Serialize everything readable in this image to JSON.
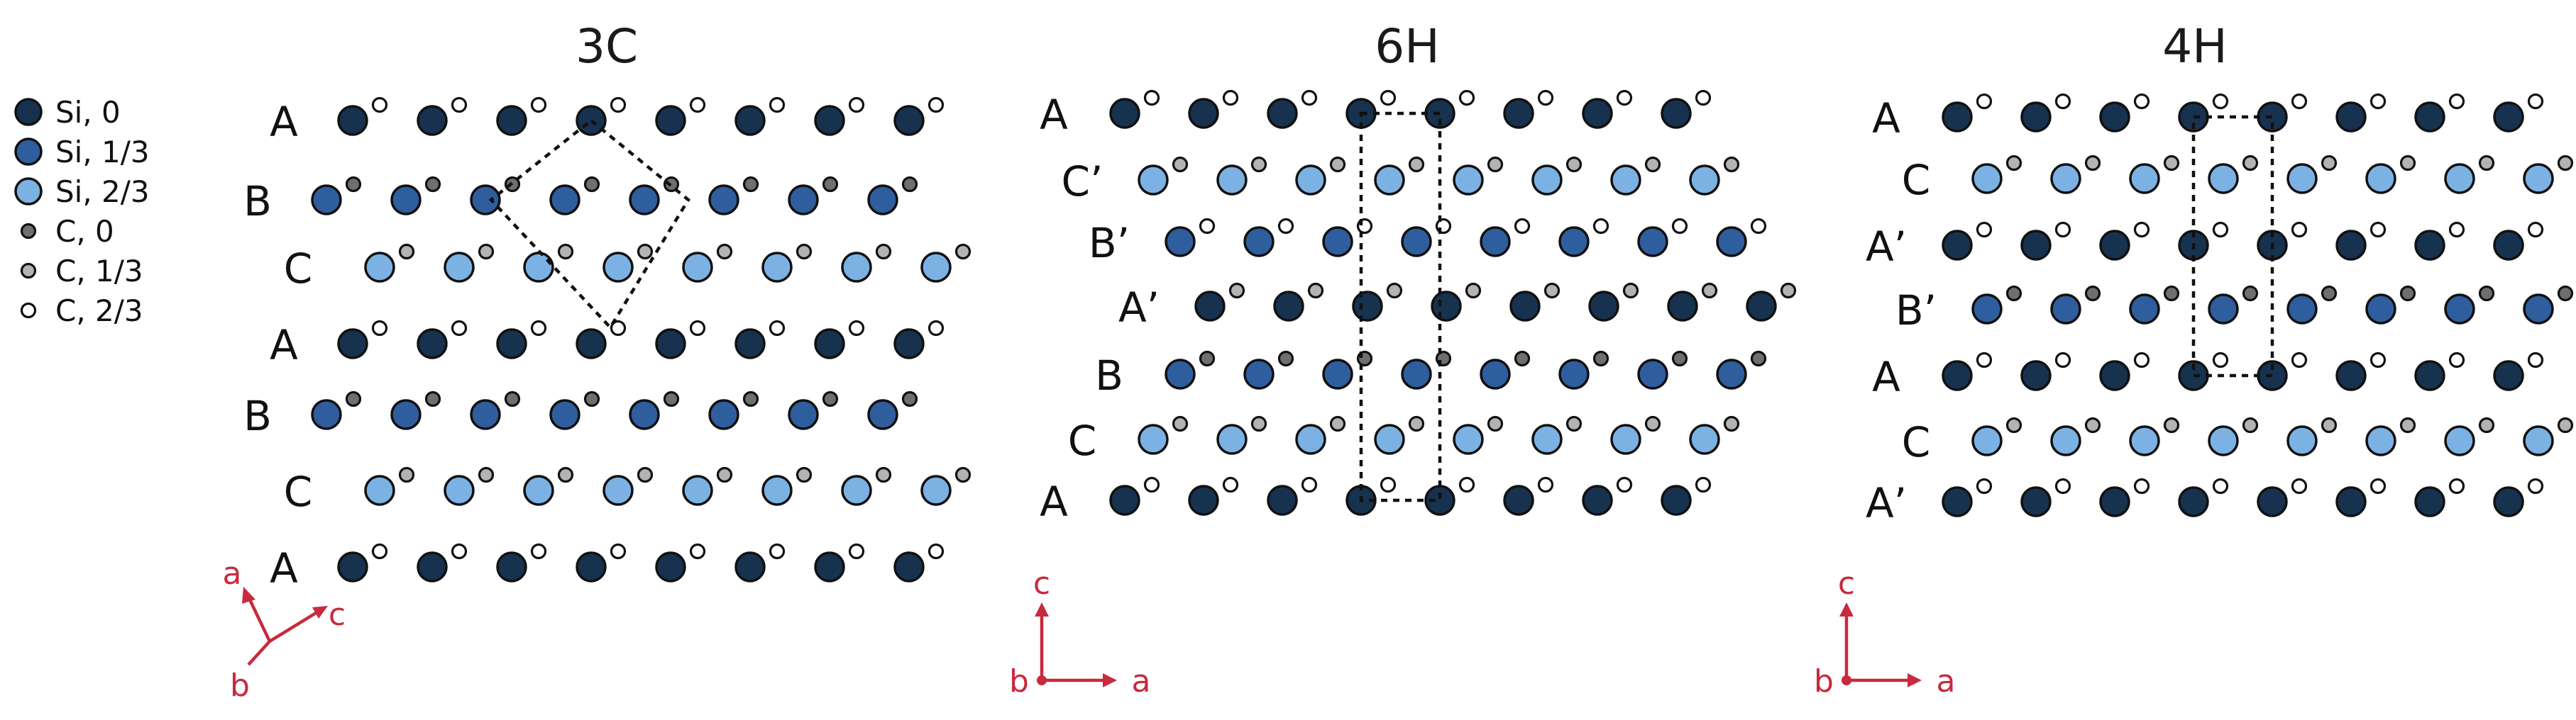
{
  "legend": [
    {
      "label": "Si, 0",
      "kind": "si",
      "color": "#17324f"
    },
    {
      "label": "Si, 1/3",
      "kind": "si",
      "color": "#2f5e9e"
    },
    {
      "label": "Si, 2/3",
      "kind": "si",
      "color": "#7cb2e3"
    },
    {
      "label": "C, 0",
      "kind": "c",
      "color": "#6f6f6f"
    },
    {
      "label": "C, 1/3",
      "kind": "c",
      "color": "#b3b3b3"
    },
    {
      "label": "C, 2/3",
      "kind": "c",
      "color": "#ffffff"
    }
  ],
  "colors": {
    "si_0": "#17324f",
    "si_1_3": "#2f5e9e",
    "si_2_3": "#7cb2e3",
    "c_0": "#6f6f6f",
    "c_1_3": "#b3b3b3",
    "c_2_3": "#ffffff",
    "atom_outline": "#111111",
    "axis_red": "#c82a3e"
  },
  "panels": [
    {
      "title": "3C",
      "layers": [
        {
          "label": "A",
          "si": 0,
          "c": 2
        },
        {
          "label": "B",
          "si": 1,
          "c": 0
        },
        {
          "label": "C",
          "si": 2,
          "c": 1
        },
        {
          "label": "A",
          "si": 0,
          "c": 2
        },
        {
          "label": "B",
          "si": 1,
          "c": 0
        },
        {
          "label": "C",
          "si": 2,
          "c": 1
        },
        {
          "label": "A",
          "si": 0,
          "c": 2
        }
      ],
      "axes": {
        "type": "rotated",
        "labels": [
          "a",
          "b",
          "c"
        ]
      }
    },
    {
      "title": "6H",
      "layers": [
        {
          "label": "A",
          "si": 0,
          "c": 2
        },
        {
          "label": "C’",
          "si": 2,
          "c": 1
        },
        {
          "label": "B’",
          "si": 1,
          "c": 2
        },
        {
          "label": "A’",
          "si": 0,
          "c": 1
        },
        {
          "label": "B",
          "si": 1,
          "c": 0
        },
        {
          "label": "C",
          "si": 2,
          "c": 1
        },
        {
          "label": "A",
          "si": 0,
          "c": 2
        }
      ],
      "axes": {
        "type": "ortho",
        "labels": [
          "c",
          "b",
          "a"
        ]
      }
    },
    {
      "title": "4H",
      "layers": [
        {
          "label": "A",
          "si": 0,
          "c": 2
        },
        {
          "label": "C",
          "si": 2,
          "c": 1
        },
        {
          "label": "A’",
          "si": 0,
          "c": 2
        },
        {
          "label": "B’",
          "si": 1,
          "c": 0
        },
        {
          "label": "A",
          "si": 0,
          "c": 2
        },
        {
          "label": "C",
          "si": 2,
          "c": 1
        },
        {
          "label": "A’",
          "si": 0,
          "c": 2
        }
      ],
      "axes": {
        "type": "ortho",
        "labels": [
          "c",
          "b",
          "a"
        ]
      }
    }
  ]
}
